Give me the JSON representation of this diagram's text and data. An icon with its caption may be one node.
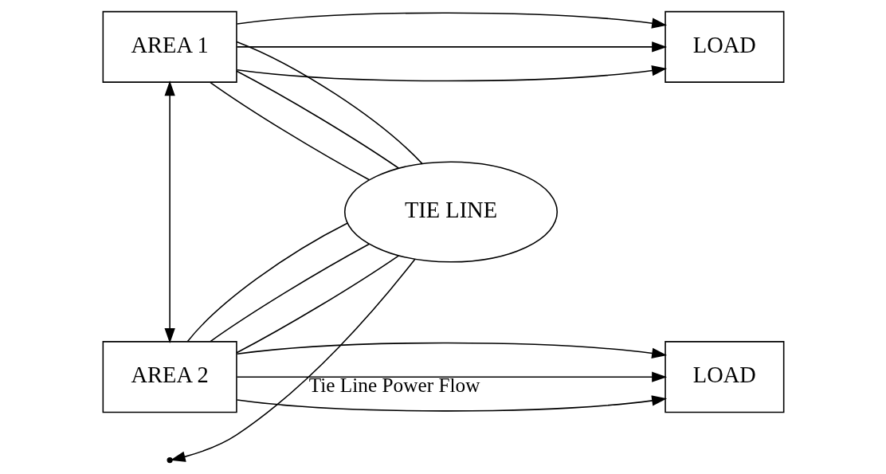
{
  "diagram": {
    "nodes": [
      {
        "text": [
          "AREA 1"
        ]
      },
      {
        "text": [
          "LOAD"
        ]
      },
      {
        "text": [
          "TIE LINE"
        ]
      },
      {
        "text": [
          "AREA 2"
        ]
      },
      {
        "text": [
          "LOAD"
        ]
      }
    ],
    "edges": [
      {
        "from": 0,
        "to": 1,
        "arrow": "to"
      },
      {
        "from": 0,
        "to": 1,
        "arrow": "to"
      },
      {
        "from": 0,
        "to": 1,
        "arrow": "to"
      },
      {
        "from": 2,
        "to": 0,
        "arrow": "none"
      },
      {
        "from": 2,
        "to": 0,
        "arrow": "none"
      },
      {
        "from": 2,
        "to": 0,
        "arrow": "none"
      },
      {
        "from": 2,
        "to": null,
        "arrow": "to",
        "label": "Tie Line Power Flow"
      },
      {
        "from": 0,
        "to": 3,
        "arrow": "both"
      },
      {
        "from": 2,
        "to": 3,
        "arrow": "none"
      },
      {
        "from": 2,
        "to": 3,
        "arrow": "none"
      },
      {
        "from": 2,
        "to": 3,
        "arrow": "none"
      },
      {
        "from": 3,
        "to": 4,
        "arrow": "to"
      },
      {
        "from": 3,
        "to": 4,
        "arrow": "to"
      },
      {
        "from": 3,
        "to": 4,
        "arrow": "to"
      }
    ]
  }
}
